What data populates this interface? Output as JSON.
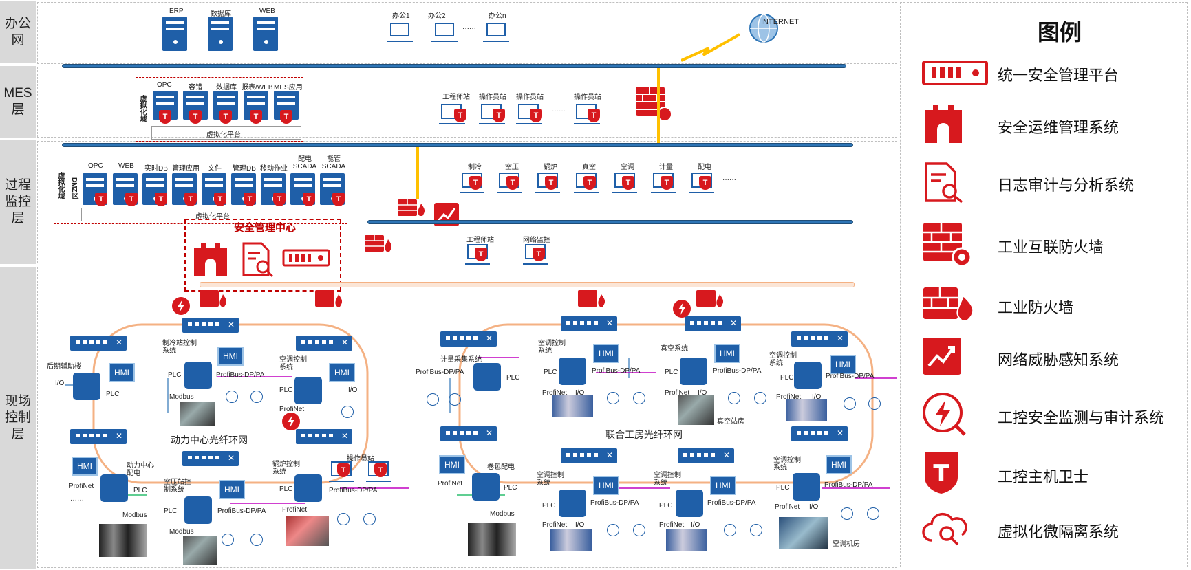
{
  "layers": [
    {
      "id": "office",
      "label": "办公\n网"
    },
    {
      "id": "mes",
      "label": "MES\n层"
    },
    {
      "id": "process",
      "label": "过程\n监控\n层"
    },
    {
      "id": "field",
      "label": "现场\n控制\n层"
    }
  ],
  "office": {
    "servers": [
      "ERP",
      "数据库",
      "WEB"
    ],
    "pcs": [
      "办公1",
      "办公2",
      "办公n"
    ],
    "ellipsis": "······",
    "internet": "INTERNET"
  },
  "mes": {
    "vgroup_label": "虚拟化域",
    "servers": [
      "OPC",
      "容错",
      "数据库",
      "报表/WEB",
      "MES应用"
    ],
    "platform": "虚拟化平台",
    "stations": [
      "工程师站",
      "操作员站",
      "操作员站",
      "操作员站"
    ],
    "ellipsis": "······"
  },
  "process": {
    "vgroup_label": "虚拟化域",
    "dmz_label": "DMZ区",
    "servers": [
      "OPC",
      "WEB",
      "实时DB",
      "管理应用",
      "文件",
      "管理DB",
      "移动作业",
      "配电SCADA",
      "能管SCADA"
    ],
    "platform": "虚拟化平台",
    "stations": [
      "制冷",
      "空压",
      "锅炉",
      "真空",
      "空调",
      "计量",
      "配电"
    ],
    "ellipsis": "······",
    "lower_stations": [
      "工程师站",
      "网络监控"
    ],
    "security_center": "安全管理中心"
  },
  "field": {
    "ring_left": "动力中心光纤环网",
    "ring_right": "联合工房光纤环网",
    "labels": {
      "later_aux": "后期辅助楼",
      "io": "I/O",
      "plc": "PLC",
      "hmi": "HMI",
      "cold_station": "制冷站控制系统",
      "profibus": "ProfiBus-DP/PA",
      "modbus": "Modbus",
      "aircon_ctrl": "空调控制系统",
      "profinet": "ProfiNet",
      "power_center": "动力中心配电",
      "air_comp": "空压站控制系统",
      "boiler": "锅炉控制系统",
      "operator": "操作员站",
      "metering": "计量采集系统",
      "roll_power": "卷包配电",
      "vacuum": "真空系统",
      "vacuum_room": "真空站房",
      "ac_room": "空调机房",
      "dots": "······"
    }
  },
  "legend": {
    "title": "图例",
    "items": [
      {
        "label": "统一安全管理平台",
        "icon": "management-platform-icon"
      },
      {
        "label": "安全运维管理系统",
        "icon": "ops-audit-gate-icon"
      },
      {
        "label": "日志审计与分析系统",
        "icon": "log-audit-icon"
      },
      {
        "label": "工业互联防火墙",
        "icon": "industrial-interconnect-firewall-icon"
      },
      {
        "label": "工业防火墙",
        "icon": "industrial-firewall-icon"
      },
      {
        "label": "网络威胁感知系统",
        "icon": "threat-awareness-icon"
      },
      {
        "label": "工控安全监测与审计系统",
        "icon": "ics-monitor-audit-icon"
      },
      {
        "label": "工控主机卫士",
        "icon": "host-guard-icon"
      },
      {
        "label": "虚拟化微隔离系统",
        "icon": "micro-isolation-icon"
      }
    ]
  },
  "colors": {
    "brand_red": "#d7191e",
    "bus_blue": "#2e75b6",
    "ring_orange": "#f4b183",
    "device_blue": "#1f5fa8"
  }
}
